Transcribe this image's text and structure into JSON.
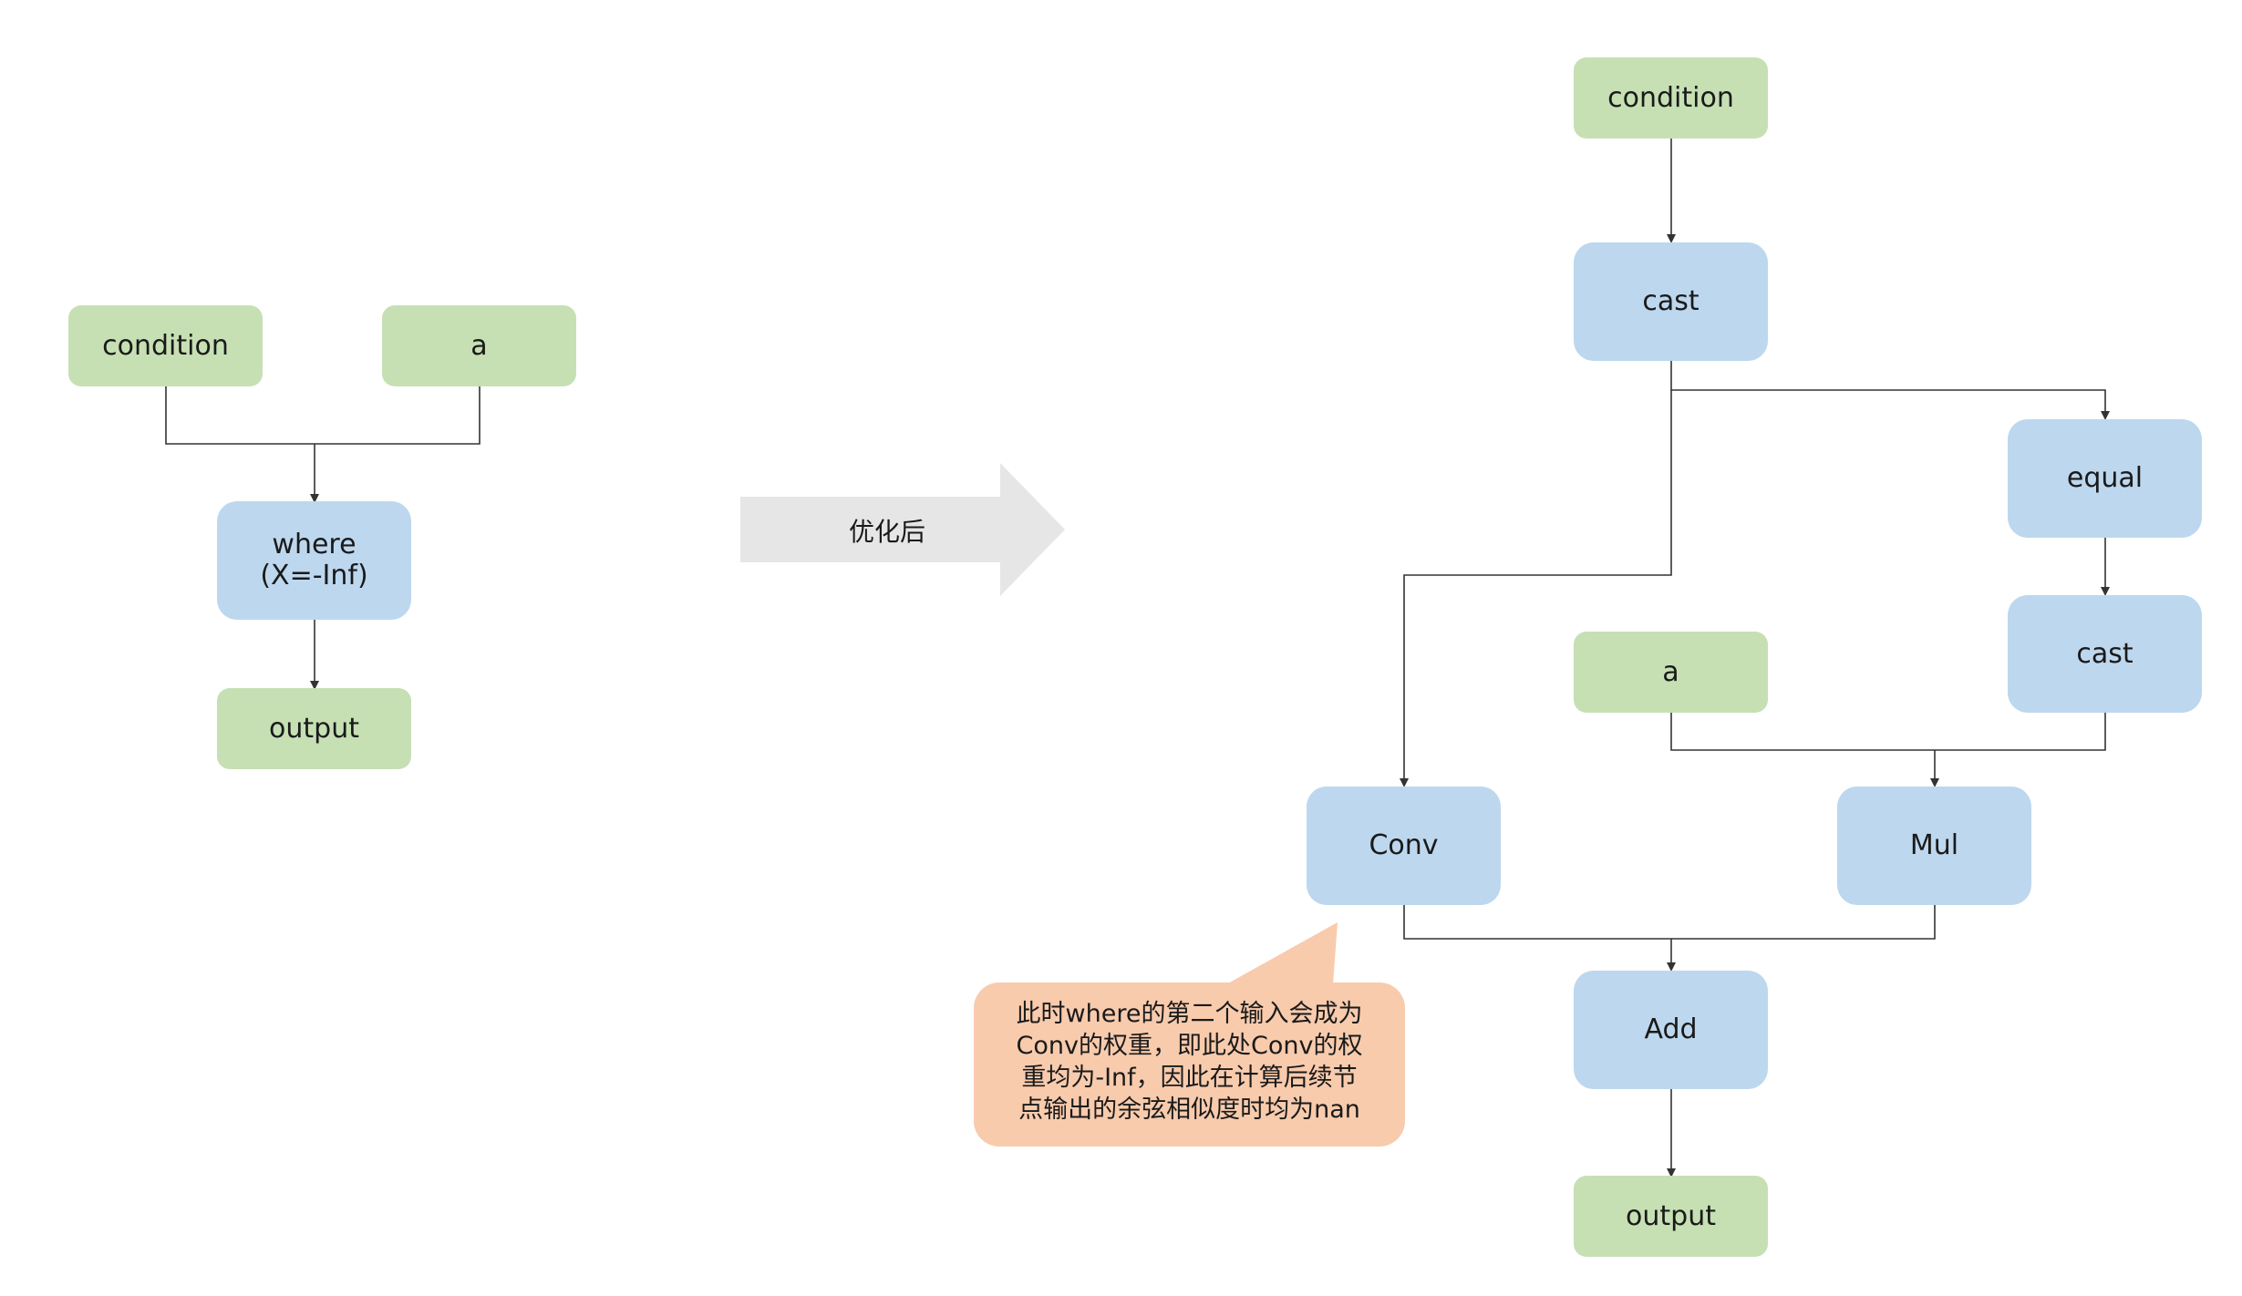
{
  "left_graph": {
    "condition": "condition",
    "a": "a",
    "where_line1": "where",
    "where_line2": "(X=-Inf)",
    "output": "output"
  },
  "transition_label": "优化后",
  "right_graph": {
    "condition": "condition",
    "cast_top": "cast",
    "equal": "equal",
    "cast_mid": "cast",
    "a": "a",
    "conv": "Conv",
    "mul": "Mul",
    "add": "Add",
    "output": "output"
  },
  "callout": {
    "line1": "此时where的第二个输入会成为",
    "line2": "Conv的权重，即此处Conv的权",
    "line3": "重均为-Inf，因此在计算后续节",
    "line4": "点输出的余弦相似度时均为nan"
  },
  "colors": {
    "input_green": "#c6e0b4",
    "op_blue": "#bdd7ee",
    "callout_orange": "#f8cbad",
    "arrow_gray": "#e6e6e6",
    "edge": "#333333"
  }
}
